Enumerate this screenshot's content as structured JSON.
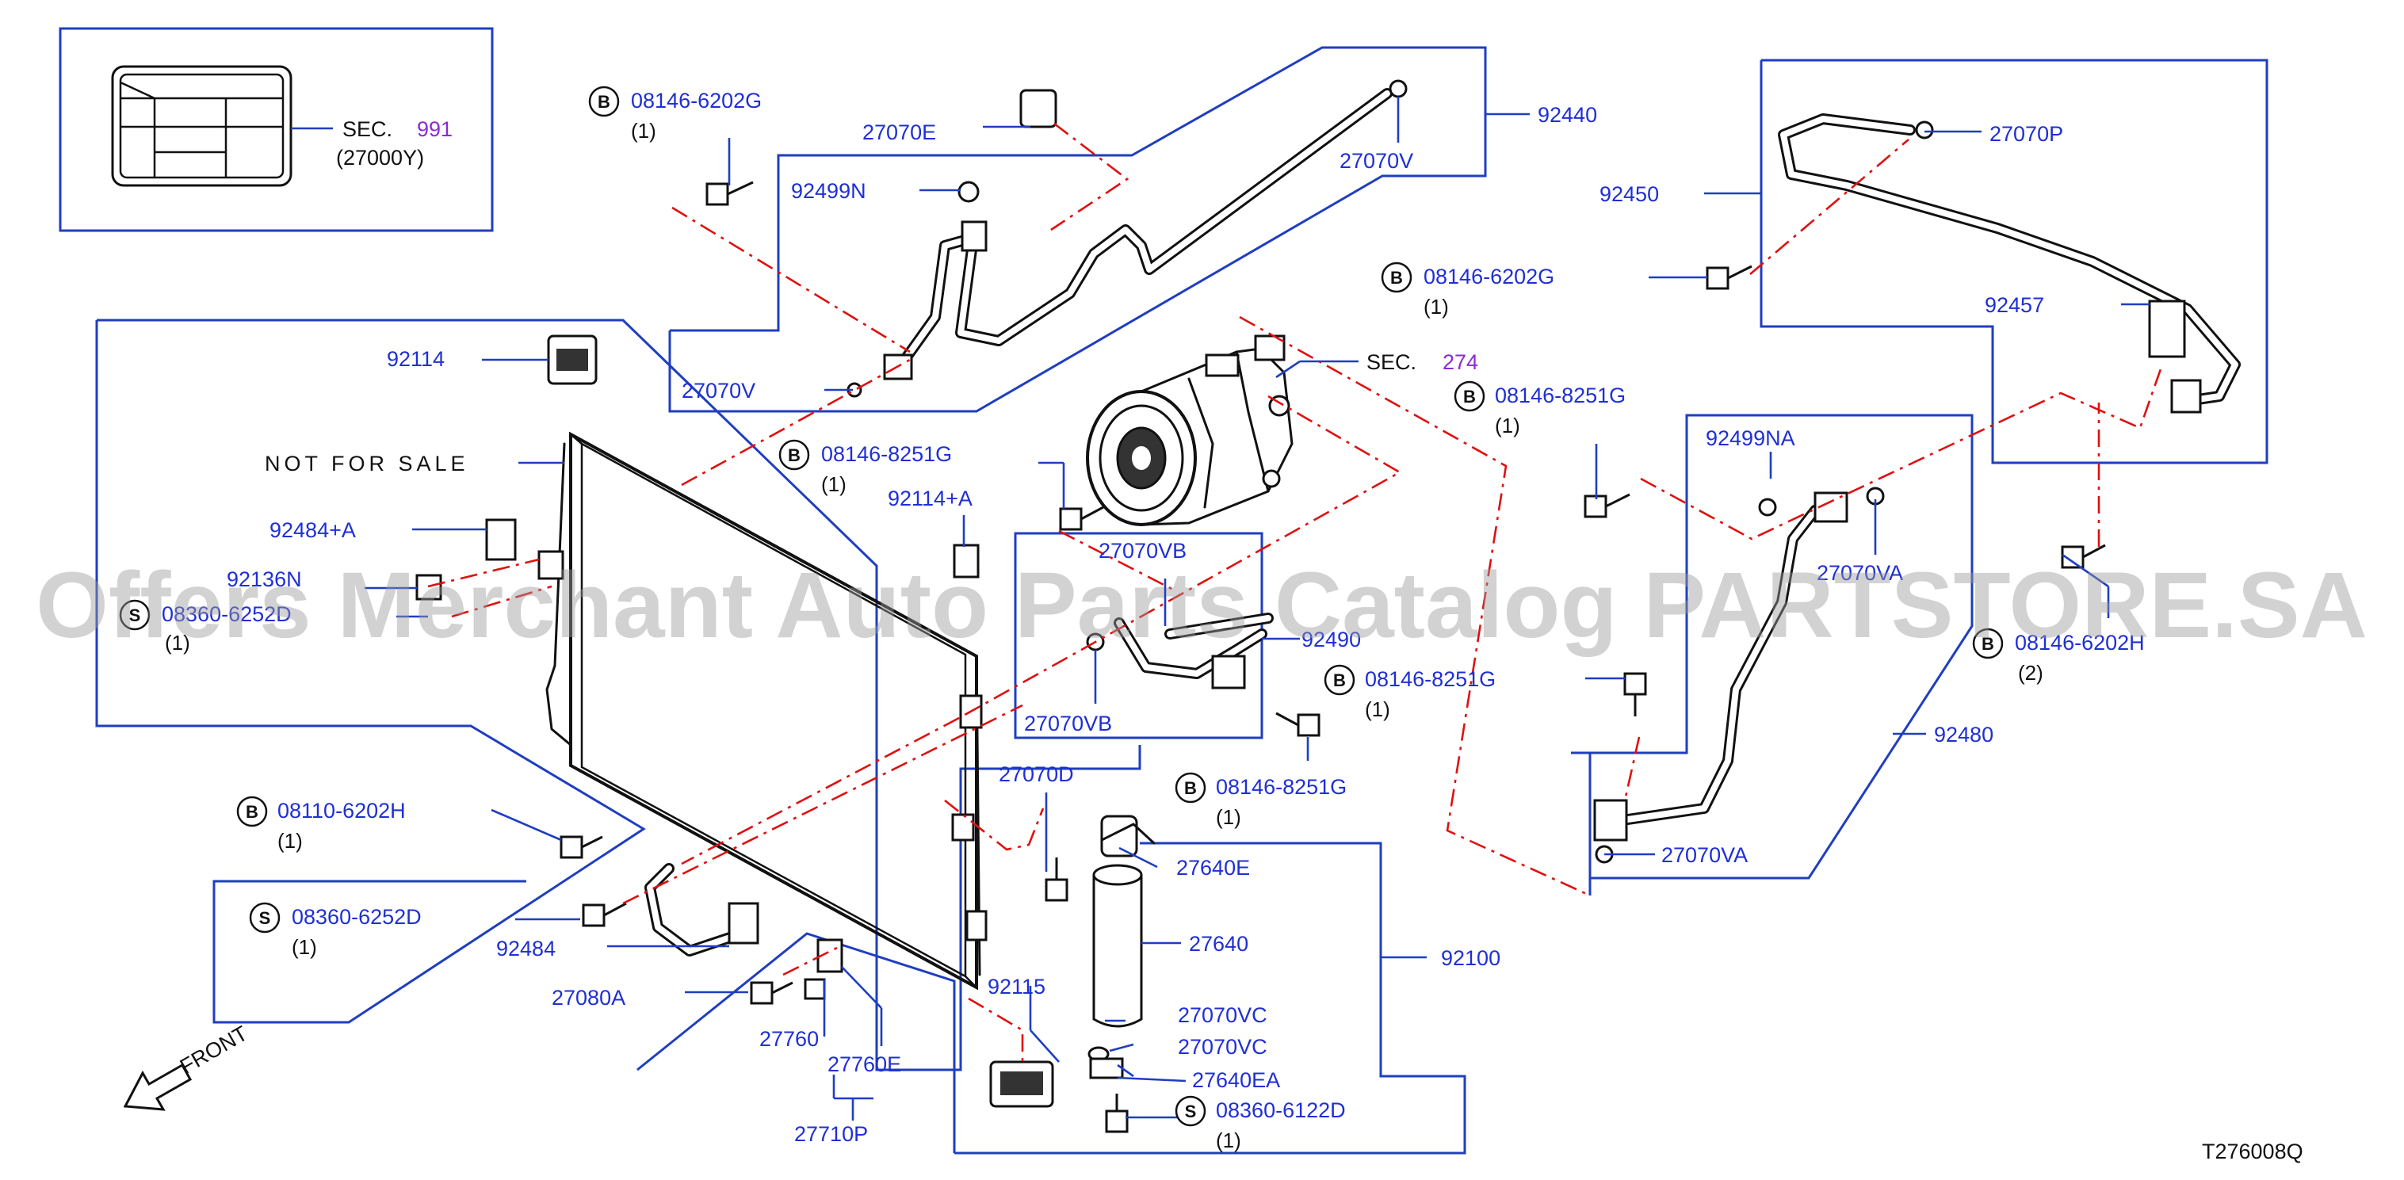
{
  "watermark": "Offers Merchant Auto Parts Catalog PARTSTORE.SA",
  "diagram_code": "T276008Q",
  "front_label": "FRONT",
  "not_for_sale": "NOT FOR SALE",
  "inset": {
    "sec_prefix": "SEC.",
    "sec_num": "991",
    "sub": "(27000Y)"
  },
  "sec274": {
    "prefix": "SEC.",
    "num": "274"
  },
  "labels": {
    "l92440": "92440",
    "l27070E": "27070E",
    "l27070V_top": "27070V",
    "l92499N": "92499N",
    "l27070V_left": "27070V",
    "l92114": "92114",
    "l92484A": "92484+A",
    "l92136N": "92136N",
    "l92114A": "92114+A",
    "l27070VB_a": "27070VB",
    "l92490": "92490",
    "l27070VB_b": "27070VB",
    "l27070D": "27070D",
    "l27640E": "27640E",
    "l27640": "27640",
    "l92100": "92100",
    "l92115": "92115",
    "l27070VC_a": "27070VC",
    "l27070VC_b": "27070VC",
    "l27640EA": "27640EA",
    "l27080A": "27080A",
    "l27760": "27760",
    "l27760E": "27760E",
    "l27710P": "27710P",
    "l92484": "92484",
    "l92450": "92450",
    "l27070P": "27070P",
    "l92457": "92457",
    "l92499NA": "92499NA",
    "l27070VA_a": "27070VA",
    "l92480": "92480",
    "l27070VA_b": "27070VA"
  },
  "fasteners": [
    {
      "mark": "B",
      "code": "08146-6202G",
      "qty": "(1)"
    },
    {
      "mark": "B",
      "code": "08146-6202G",
      "qty": "(1)"
    },
    {
      "mark": "B",
      "code": "08146-8251G",
      "qty": "(1)"
    },
    {
      "mark": "B",
      "code": "08146-8251G",
      "qty": "(1)"
    },
    {
      "mark": "S",
      "code": "08360-6252D",
      "qty": "(1)"
    },
    {
      "mark": "B",
      "code": "08146-8251G",
      "qty": "(1)"
    },
    {
      "mark": "B",
      "code": "08146-8251G",
      "qty": "(1)"
    },
    {
      "mark": "B",
      "code": "08110-6202H",
      "qty": "(1)"
    },
    {
      "mark": "S",
      "code": "08360-6252D",
      "qty": "(1)"
    },
    {
      "mark": "S",
      "code": "08360-6122D",
      "qty": "(1)"
    },
    {
      "mark": "B",
      "code": "08146-6202H",
      "qty": "(2)"
    }
  ],
  "colors": {
    "label": "#1f2fd6",
    "leader": "#1f3ec0",
    "dash": "#e01010",
    "section": "#8a2bd6"
  }
}
